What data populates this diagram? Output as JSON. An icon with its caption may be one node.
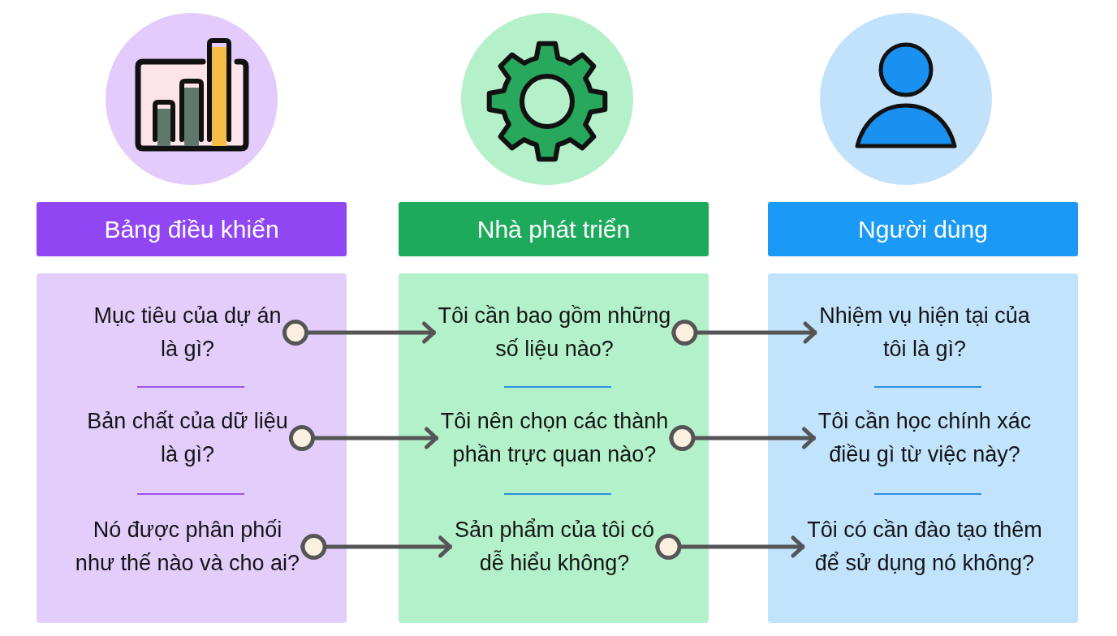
{
  "diagram": {
    "nodes": [
      {
        "text": [
          "Bảng điều khiển"
        ]
      },
      {
        "text": [],
        "shape": "box"
      },
      {
        "text": [
          "Mục tiêu của dự án là gì?"
        ],
        "in": 1
      },
      {
        "text": [
          "Bản chất của dữ liệu là gì?"
        ],
        "in": 1
      },
      {
        "text": [
          "Nó được phân phối như thế nào và cho ai?"
        ],
        "in": 1
      },
      {
        "text": [
          "Nhà phát triển"
        ]
      },
      {
        "text": [],
        "shape": "box"
      },
      {
        "text": [
          "Tôi cần bao gồm những số liệu nào?"
        ],
        "in": 6
      },
      {
        "text": [
          "Tôi nên chọn các thành phần trực quan nào?"
        ],
        "in": 6
      },
      {
        "text": [
          "Sản phẩm của tôi có dễ hiểu không?"
        ],
        "in": 6
      },
      {
        "text": [
          "Người dùng"
        ]
      },
      {
        "text": [],
        "shape": "box"
      },
      {
        "text": [
          "Nhiệm vụ hiện tại của tôi là gì?"
        ],
        "in": 11
      },
      {
        "text": [
          "Tôi cần học chính xác điều gì từ việc này?"
        ],
        "in": 11
      },
      {
        "text": [
          "Tôi có cần đào tạo thêm để sử dụng nó không?"
        ],
        "in": 11
      }
    ],
    "edges": [
      {
        "from": 2,
        "to": 7,
        "arrow": "to"
      },
      {
        "from": 3,
        "to": 8,
        "arrow": "to"
      },
      {
        "from": 4,
        "to": 9,
        "arrow": "to"
      },
      {
        "from": 7,
        "to": 12,
        "arrow": "to"
      },
      {
        "from": 8,
        "to": 13,
        "arrow": "to"
      },
      {
        "from": 9,
        "to": 14,
        "arrow": "to"
      }
    ]
  }
}
